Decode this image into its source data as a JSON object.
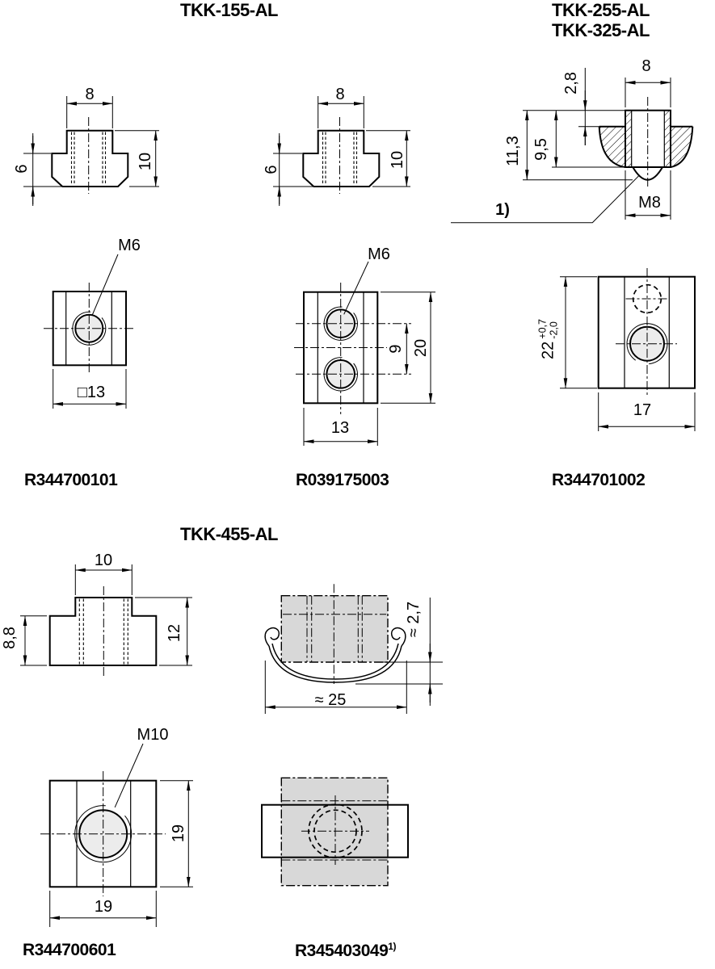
{
  "colors": {
    "background": "#ffffff",
    "line": "#000000",
    "phantom_fill": "#d8d8d8",
    "thread_fill": "#ececec"
  },
  "titles": {
    "tkk155": "TKK-155-AL",
    "tkk255": "TKK-255-AL",
    "tkk325": "TKK-325-AL",
    "tkk455": "TKK-455-AL"
  },
  "part_numbers": {
    "tkk155_left": "R344700101",
    "tkk155_right": "R039175003",
    "tkk255": "R344701002",
    "tkk455": "R344700601",
    "tkk455_spring": "R345403049",
    "tkk455_spring_footnote": "1)"
  },
  "footnote_marker": "1)",
  "drawings": {
    "tkk155_side_left": {
      "width_top": "8",
      "height_total": "10",
      "height_body": "6"
    },
    "tkk155_side_right": {
      "width_top": "8",
      "height_total": "10",
      "height_body": "6"
    },
    "tkk255_side": {
      "width_top": "8",
      "offset_top": "2,8",
      "height_total": "11,3",
      "height_body": "9,5",
      "thread": "M8"
    },
    "tkk155_top_left": {
      "thread": "M6",
      "width": "□13"
    },
    "tkk155_top_right": {
      "thread": "M6",
      "hole_spacing": "9",
      "length": "20",
      "width": "13"
    },
    "tkk255_top": {
      "length": "22",
      "tolerance_plus": "+0,7",
      "tolerance_minus": "-2,0",
      "width": "17"
    },
    "tkk455_side": {
      "width_top": "10",
      "height_total": "12",
      "height_body": "8,8"
    },
    "tkk455_spring_side": {
      "protrusion": "≈ 2,7",
      "length": "≈ 25"
    },
    "tkk455_top": {
      "thread": "M10",
      "length": "19",
      "width": "19"
    }
  }
}
